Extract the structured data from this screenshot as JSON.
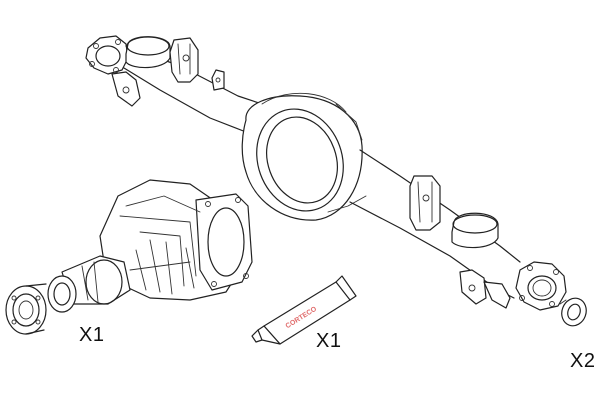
{
  "parts": {
    "quantities": [
      "X1",
      "X1",
      "X2"
    ],
    "tube_brand": "CORTECO"
  },
  "colors": {
    "line": "#222222",
    "brand_text": "#e06a6a",
    "background": "#ffffff"
  }
}
